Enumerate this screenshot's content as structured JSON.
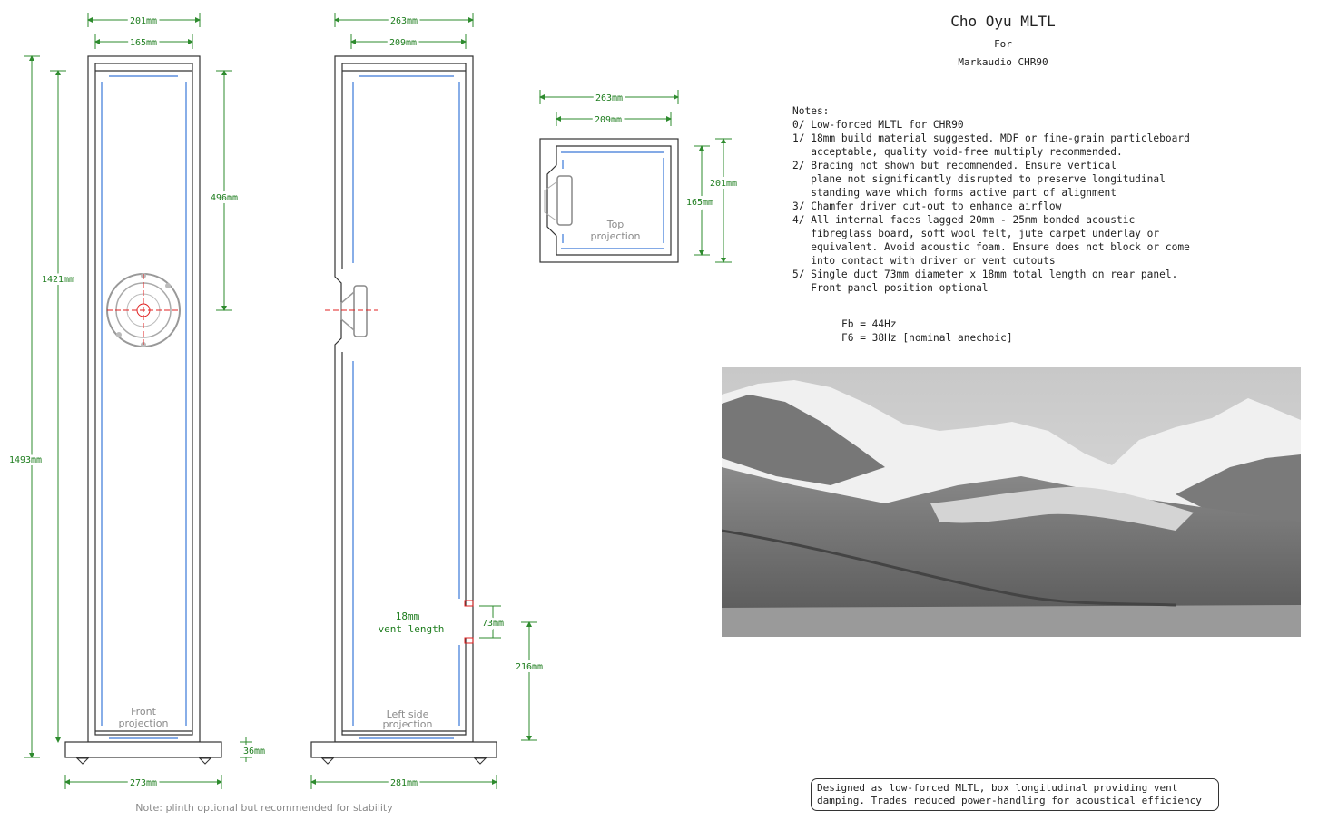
{
  "title": "Cho Oyu MLTL",
  "for_label": "For",
  "driver": "Markaudio  CHR90",
  "notes": [
    "Notes:",
    "0/ Low-forced MLTL for CHR90",
    "1/ 18mm build material suggested. MDF or fine-grain particleboard",
    "   acceptable, quality void-free multiply recommended.",
    "2/ Bracing not shown but recommended. Ensure vertical",
    "   plane not significantly disrupted to preserve longitudinal",
    "   standing wave which forms active part of alignment",
    "3/ Chamfer driver cut-out to enhance airflow",
    "4/ All internal faces lagged 20mm - 25mm bonded acoustic",
    "   fibreglass board, soft wool felt, jute carpet underlay or",
    "   equivalent. Avoid acoustic foam. Ensure does not block or come",
    "   into contact with driver or vent cutouts",
    "5/ Single duct 73mm diameter x 18mm total length on rear panel.",
    "   Front panel position optional"
  ],
  "specs": [
    "Fb = 44Hz",
    "F6 = 38Hz [nominal anechoic]"
  ],
  "summary": [
    "Designed as low-forced MLTL, box longitudinal providing vent",
    "damping. Trades reduced power-handling for acoustical efficiency"
  ],
  "footnote": "Note: plinth optional but recommended for stability",
  "front_view": {
    "label_line1": "Front",
    "label_line2": "projection",
    "dims": {
      "outer_width": "201mm",
      "inner_width": "165mm",
      "driver_height": "496mm",
      "inner_height": "1421mm",
      "total_height": "1493mm",
      "plinth_height": "36mm",
      "plinth_width": "273mm"
    }
  },
  "side_view": {
    "label_line1": "Left side",
    "label_line2": "projection",
    "dims": {
      "outer_depth": "263mm",
      "inner_depth": "209mm",
      "vent_diameter": "73mm",
      "vent_height": "216mm",
      "plinth_depth": "281mm"
    },
    "vent_note_line1": "18mm",
    "vent_note_line2": "vent length"
  },
  "top_view": {
    "label_line1": "Top",
    "label_line2": "projection",
    "dims": {
      "outer_depth": "263mm",
      "inner_depth": "209mm",
      "outer_width": "201mm",
      "inner_width": "165mm"
    }
  },
  "photo": {
    "subject": "black-and-white mountain glacier photograph",
    "sky_color": "#d8d8d8",
    "ground_color": "#6e6e6e"
  }
}
